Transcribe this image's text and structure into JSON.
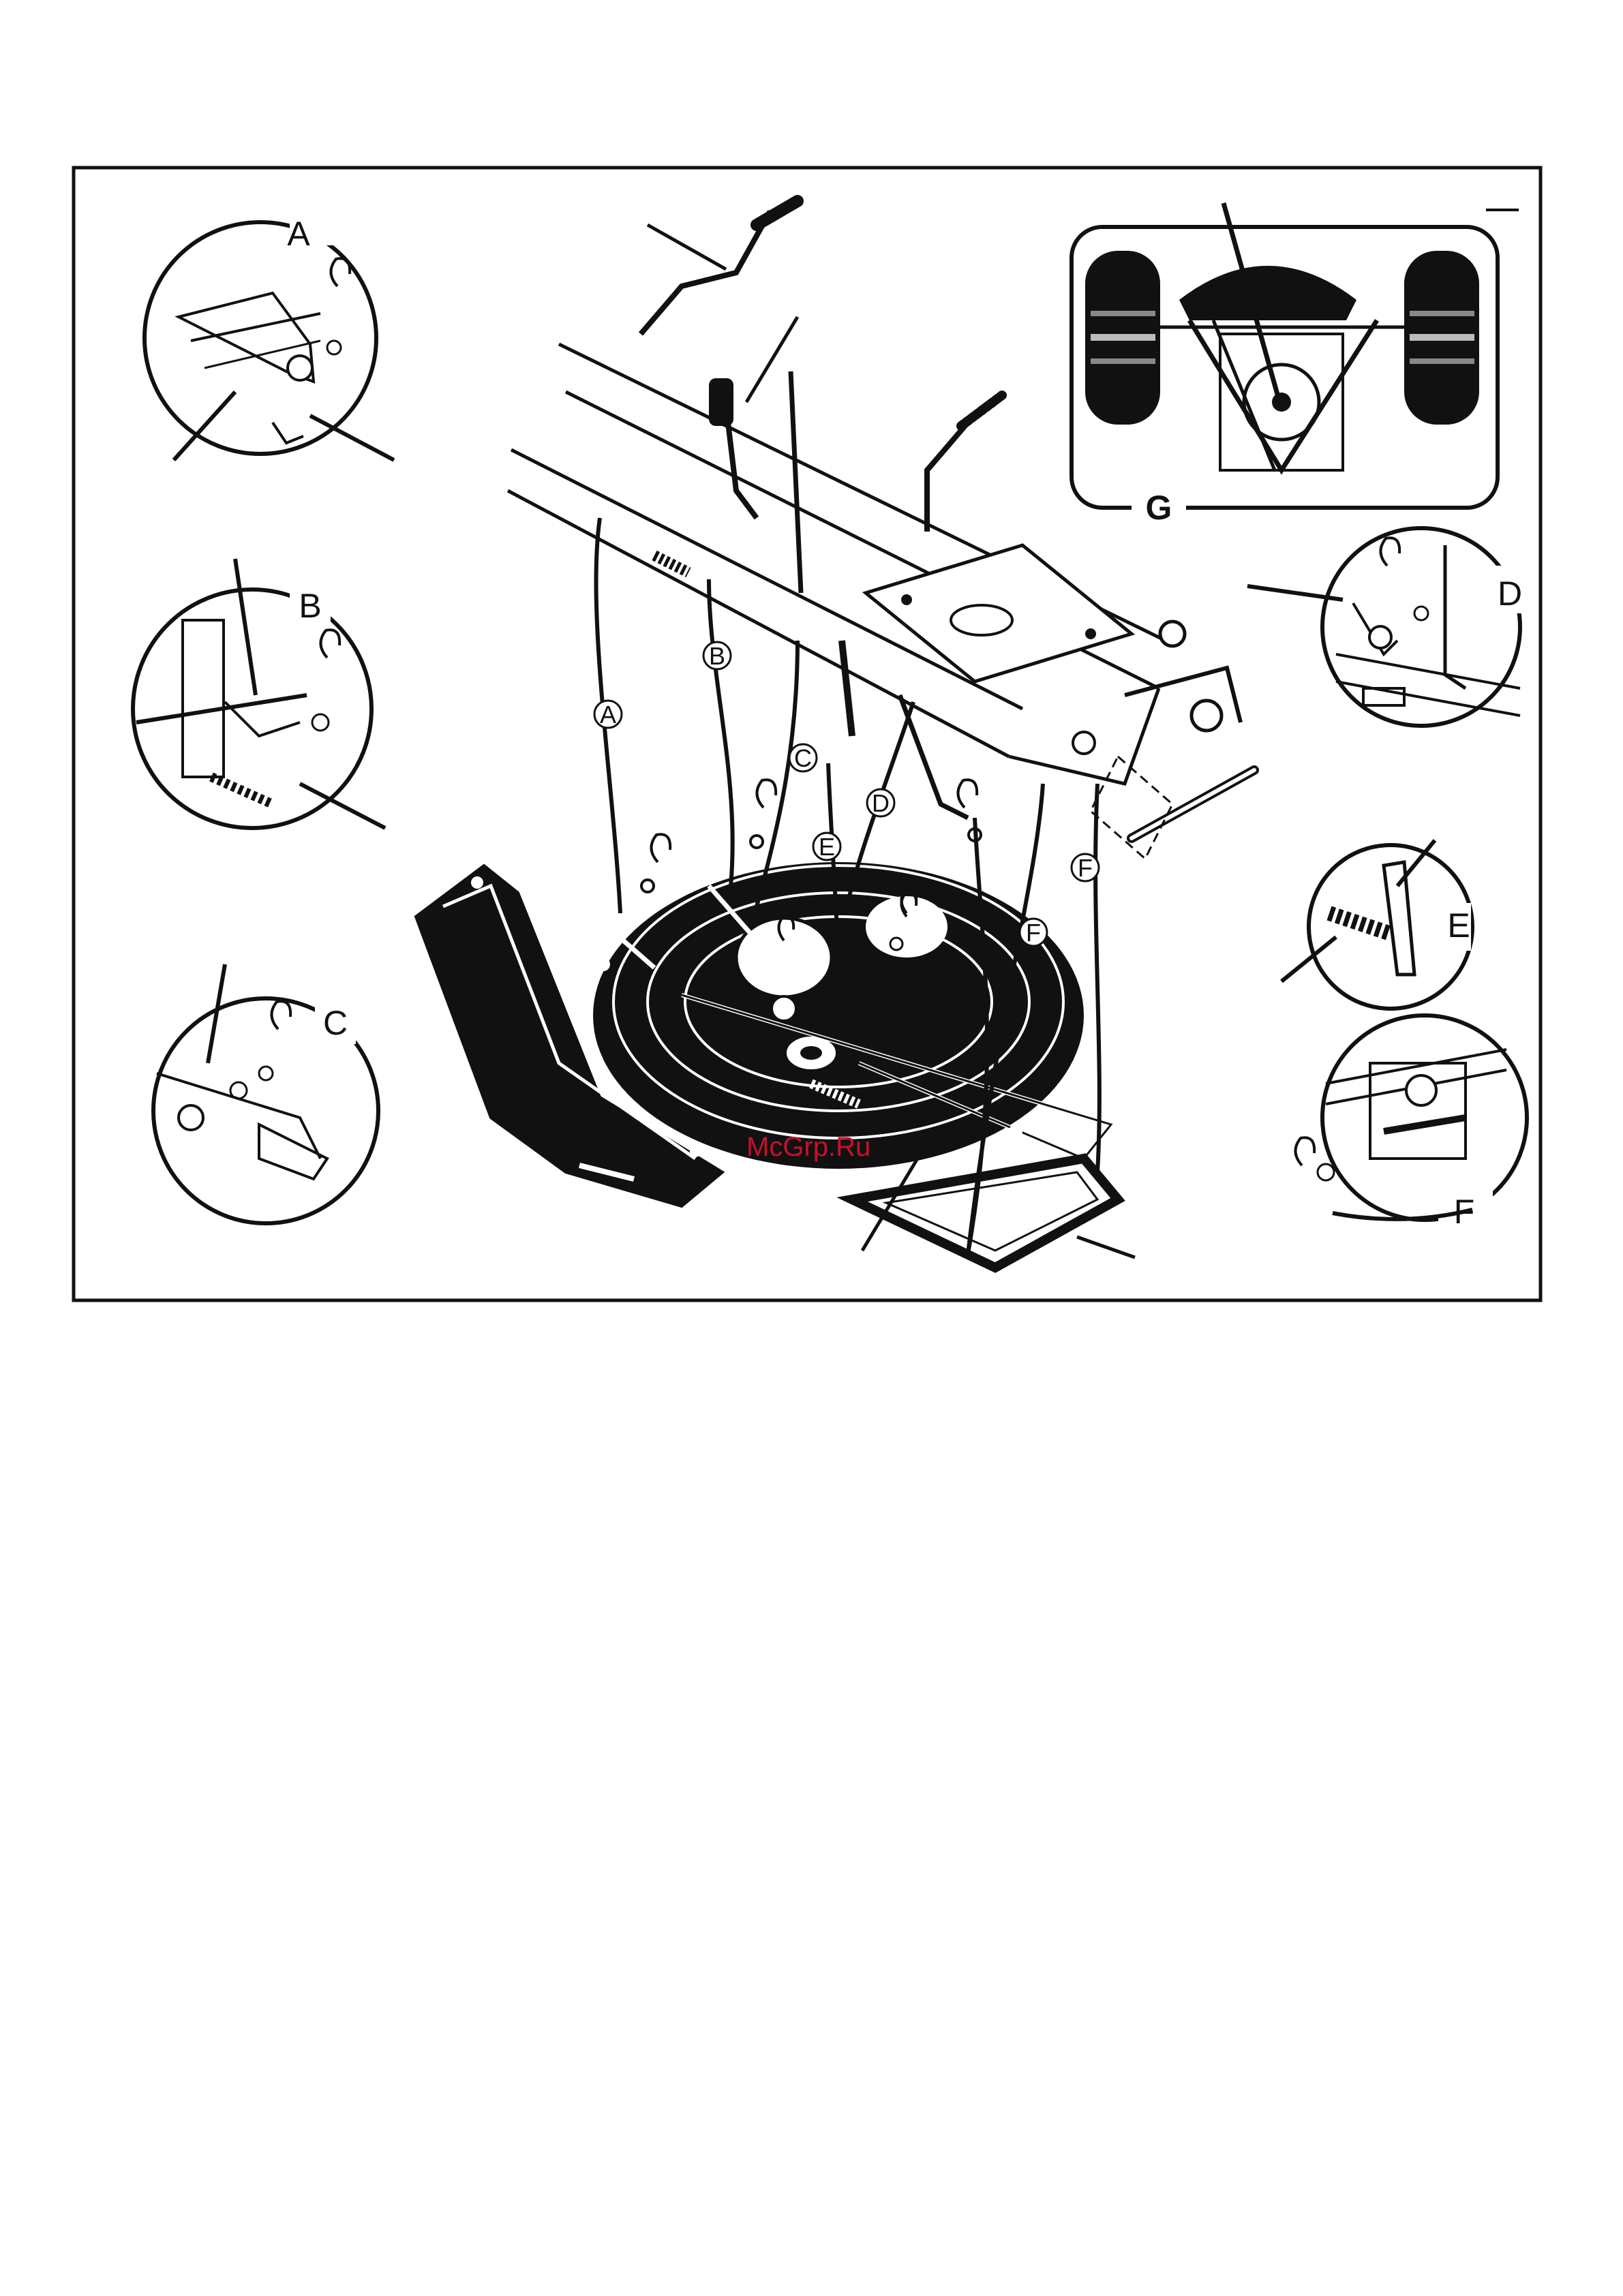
{
  "detail_labels": {
    "a": "A",
    "b": "B",
    "c": "C",
    "d": "D",
    "e": "E",
    "f": "F",
    "g": "G"
  },
  "cable_markers": [
    "A",
    "B",
    "C",
    "D",
    "E",
    "F",
    "F"
  ],
  "watermark": "McGrp.Ru",
  "colors": {
    "ink": "#111111",
    "paper": "#ffffff",
    "watermark": "#c8102e"
  }
}
